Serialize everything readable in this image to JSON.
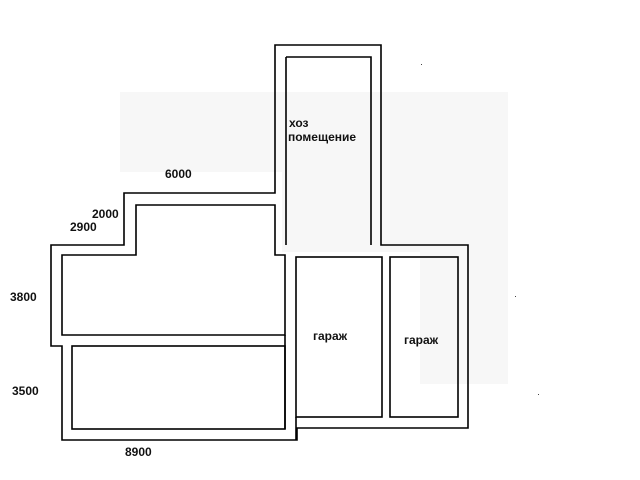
{
  "plan": {
    "dimensions": {
      "top_width": "6000",
      "step_depth": "2000",
      "side_offset": "2900",
      "upper_height": "3800",
      "lower_height": "3500",
      "bottom_width": "8900"
    },
    "rooms": {
      "storage_line1": "хоз",
      "storage_line2": "помещение",
      "garage_left": "гараж",
      "garage_right": "гараж"
    }
  }
}
